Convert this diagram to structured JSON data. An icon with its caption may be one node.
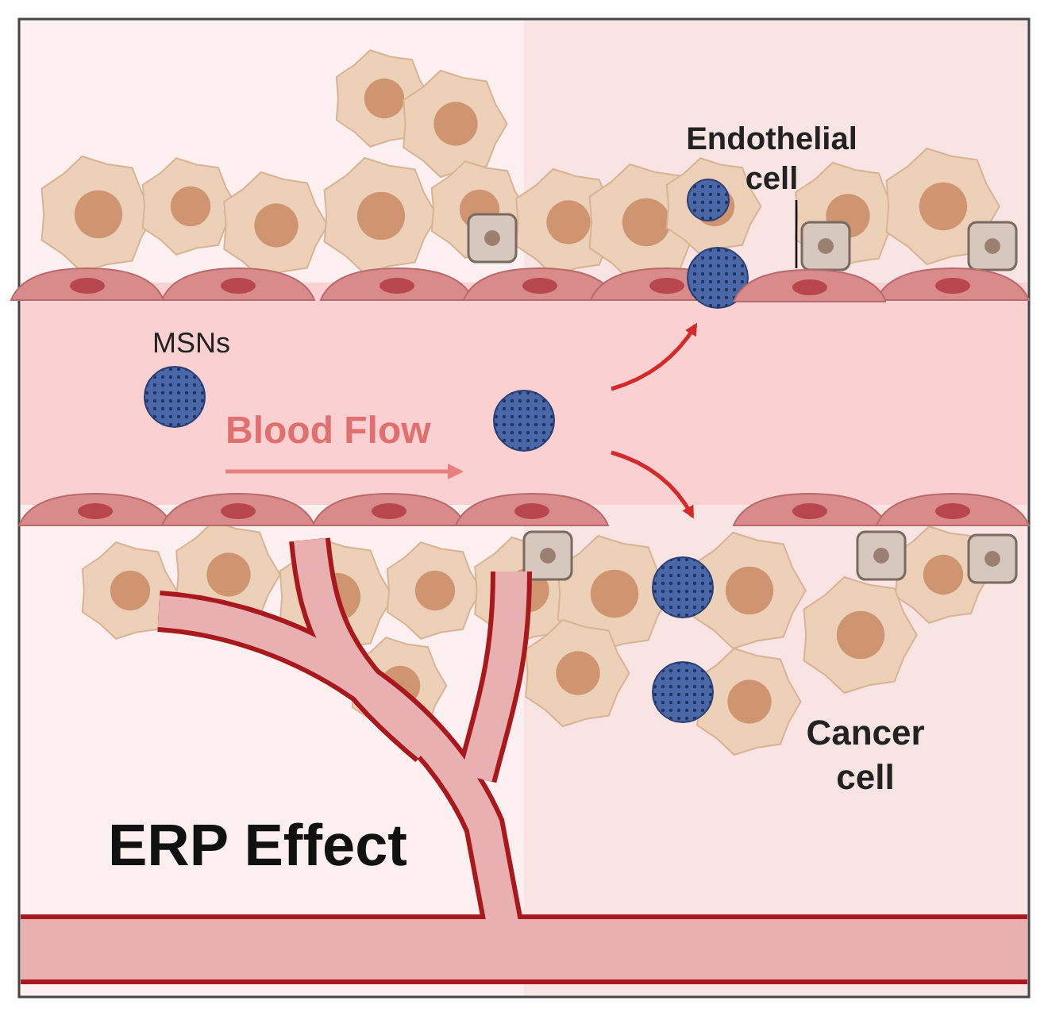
{
  "diagram": {
    "nodes": [
      {
        "text": [
          "Endothelial cell"
        ]
      },
      {
        "text": [],
        "shape": "picture"
      }
    ],
    "edges": [
      {
        "from": 0,
        "to": 1,
        "arrow": "none"
      }
    ],
    "labels": [
      "MSNs",
      "Blood Flow",
      "Cancer cell",
      "ERP Effect"
    ]
  }
}
